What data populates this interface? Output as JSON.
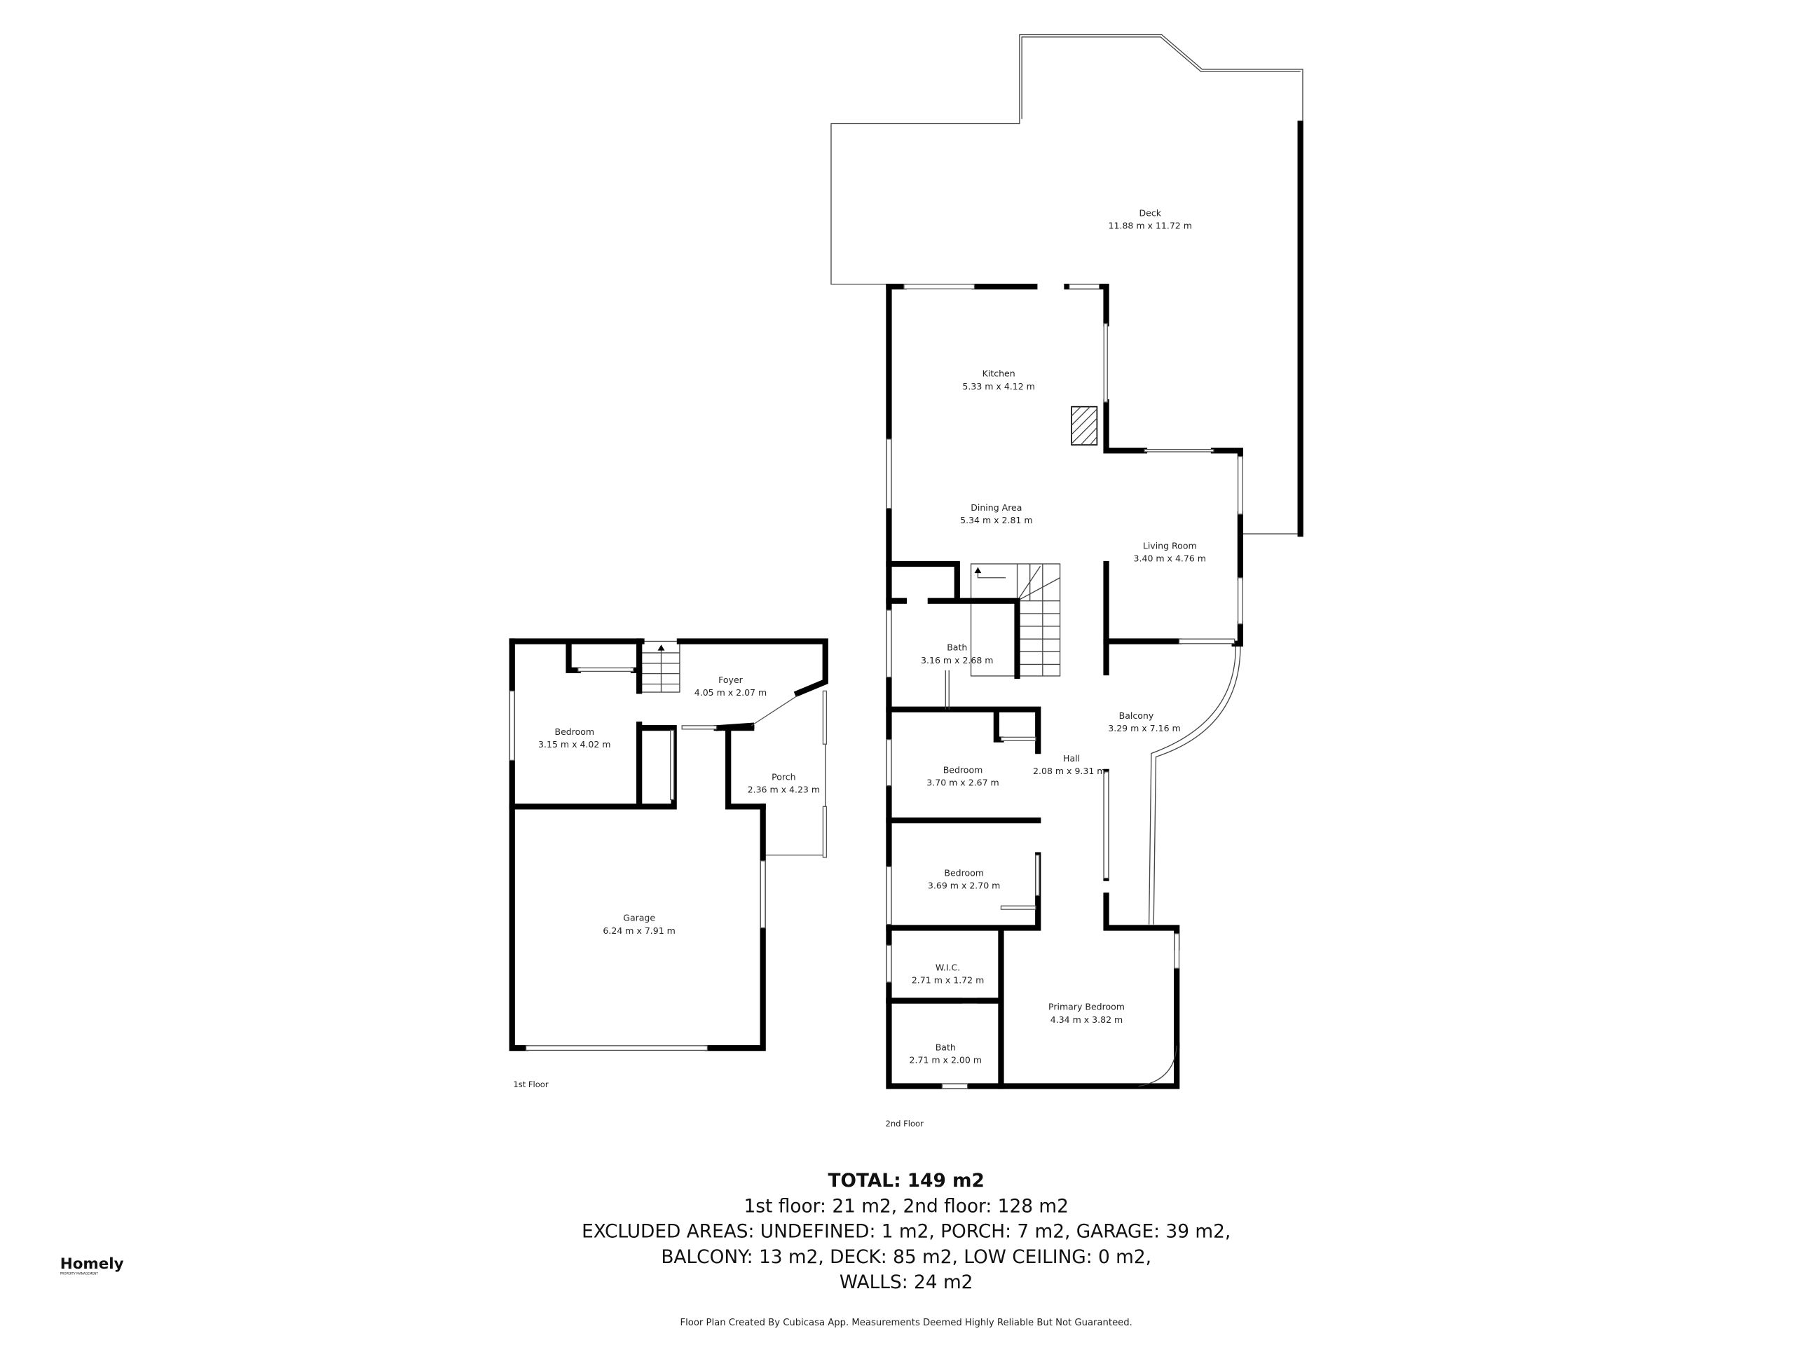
{
  "floor1": {
    "label": "1st Floor",
    "rooms": [
      {
        "name": "Bedroom",
        "dims": "3.15 m x 4.02 m"
      },
      {
        "name": "Foyer",
        "dims": "4.05 m x 2.07 m"
      },
      {
        "name": "Porch",
        "dims": "2.36 m x 4.23 m"
      },
      {
        "name": "Garage",
        "dims": "6.24 m x 7.91 m"
      }
    ]
  },
  "floor2": {
    "label": "2nd Floor",
    "rooms": [
      {
        "name": "Deck",
        "dims": "11.88 m x 11.72 m"
      },
      {
        "name": "Kitchen",
        "dims": "5.33 m x 4.12 m"
      },
      {
        "name": "Dining Area",
        "dims": "5.34 m x 2.81 m"
      },
      {
        "name": "Living Room",
        "dims": "3.40 m x 4.76 m"
      },
      {
        "name": "Bath",
        "dims": "3.16 m x 2.68 m"
      },
      {
        "name": "Balcony",
        "dims": "3.29 m x 7.16 m"
      },
      {
        "name": "Hall",
        "dims": "2.08 m x 9.31 m"
      },
      {
        "name": "Bedroom",
        "dims": "3.70 m x 2.67 m"
      },
      {
        "name": "Bedroom",
        "dims": "3.69 m x 2.70 m"
      },
      {
        "name": "W.I.C.",
        "dims": "2.71 m x 1.72 m"
      },
      {
        "name": "Primary Bedroom",
        "dims": "4.34 m x 3.82 m"
      },
      {
        "name": "Bath",
        "dims": "2.71 m x 2.00 m"
      }
    ]
  },
  "summary": {
    "total": "TOTAL: 149 m2",
    "floors": "1st floor: 21 m2, 2nd floor: 128 m2",
    "excluded_1": "EXCLUDED AREAS: UNDEFINED: 1 m2, PORCH: 7 m2, GARAGE: 39 m2,",
    "excluded_2": "BALCONY: 13 m2, DECK: 85 m2, LOW CEILING: 0 m2,",
    "walls": "WALLS: 24 m2"
  },
  "disclaimer": "Floor Plan Created By Cubicasa App. Measurements Deemed Highly Reliable But Not Guaranteed.",
  "logo": {
    "name": "Homely",
    "tagline": "PROPERTY MANAGEMENT"
  }
}
